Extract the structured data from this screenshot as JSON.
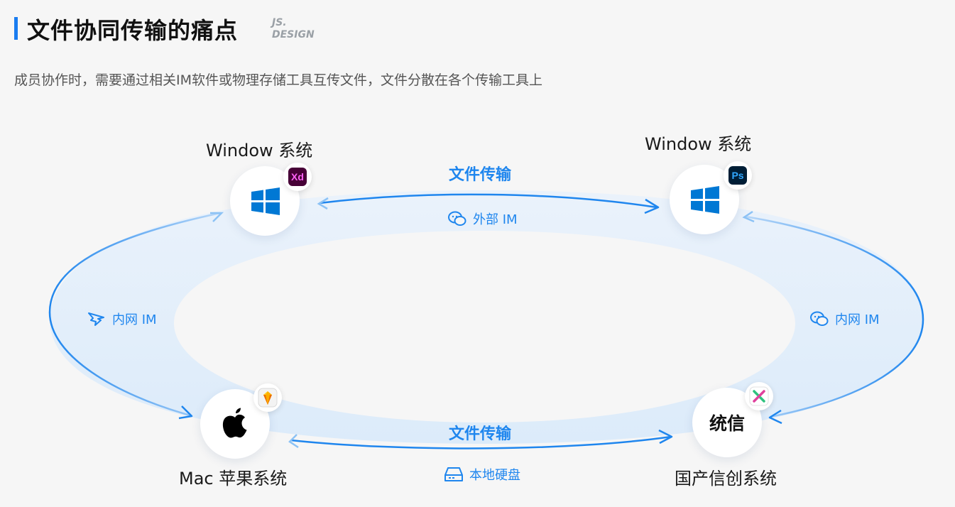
{
  "header": {
    "title": "文件协同传输的痛点",
    "brand_line1": "JS.",
    "brand_line2": "DESIGN",
    "subtitle": "成员协作时，需要通过相关IM软件或物理存储工具互传文件，文件分散在各个传输工具上"
  },
  "nodes": {
    "top_left": {
      "label": "Window 系统",
      "os_icon": "windows-logo-icon",
      "badge": "Xd",
      "badge_icon": "adobe-xd-icon"
    },
    "top_right": {
      "label": "Window 系统",
      "os_icon": "windows-logo-icon",
      "badge": "Ps",
      "badge_icon": "adobe-photoshop-icon"
    },
    "bottom_left": {
      "label": "Mac 苹果系统",
      "os_icon": "apple-logo-icon",
      "badge_icon": "sketch-icon"
    },
    "bottom_right": {
      "label": "国产信创系统",
      "os_logo_text": "统信",
      "badge_icon": "xmind-icon"
    }
  },
  "flows": {
    "top_transfer": "文件传输",
    "top_channel": "外部 IM",
    "bottom_transfer": "文件传输",
    "bottom_channel": "本地硬盘",
    "left_channel": "内网 IM",
    "right_channel": "内网 IM"
  },
  "colors": {
    "accent": "#1f86ee",
    "title_bar": "#1a7cf0",
    "xd_badge": "#470137",
    "xd_text": "#ff61f6",
    "ps_badge": "#001e36",
    "ps_text": "#31a8ff",
    "windows": "#0078d4"
  }
}
